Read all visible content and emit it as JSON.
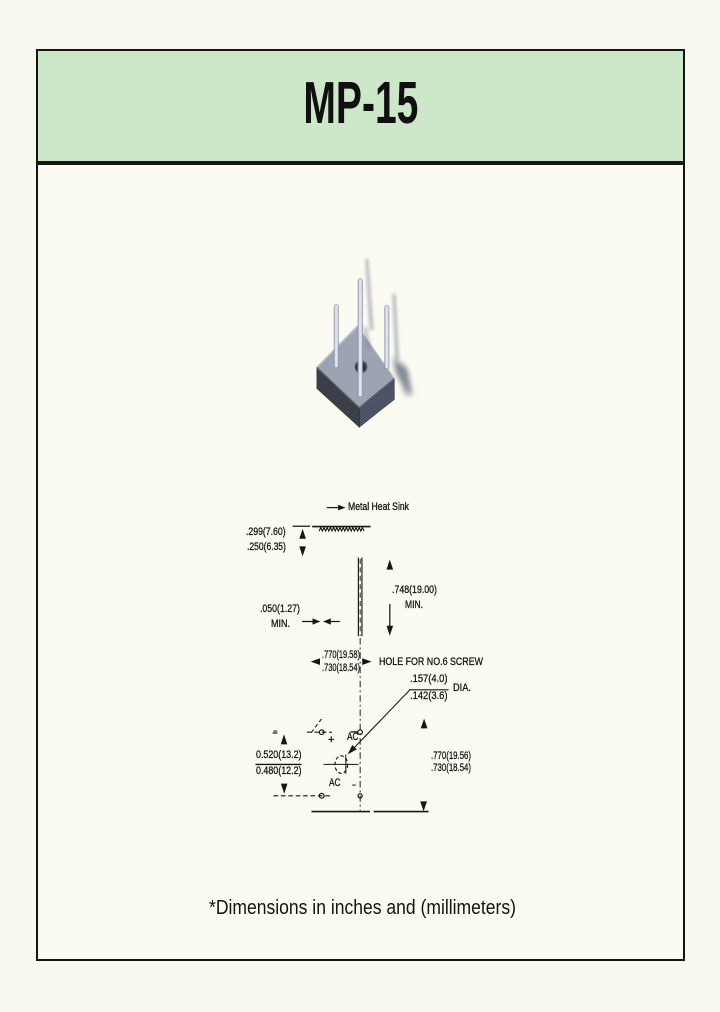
{
  "page": {
    "title": "MP-15",
    "footnote": "*Dimensions in inches and (millimeters)"
  },
  "colors": {
    "page_background": "#faf9ef",
    "title_box_fill": "#cde8c8",
    "content_box_fill": "#fcfbf2",
    "line_ink": "#161616",
    "component_top_face": "#9ca3b1",
    "component_left_face": "#3b3f48",
    "component_right_face": "#4b5364",
    "component_pin": "#e8ebf4",
    "component_shadow": "#6f7689"
  },
  "drawing": {
    "callout": "Metal Heat Sink",
    "hole_note": "HOLE FOR NO.6 SCREW",
    "dia_label": "DIA.",
    "heatsink_thickness_max": ".299(7.60)",
    "heatsink_thickness_min": ".250(6.35)",
    "lead_thickness": ".050(1.27)",
    "lead_thickness_min": "MIN.",
    "lead_length": ".748(19.00)",
    "lead_length_min": "MIN.",
    "body_width_max": ".770(19.58)",
    "body_width_min": ".730(18.54)",
    "hole_dia_max": ".157(4.0)",
    "hole_dia_min": ".142(3.6)",
    "pin_spacing_max": "0.520(13.2)",
    "pin_spacing_min": "0.480(12.2)",
    "body_height_max": ".770(19.56)",
    "body_height_min": ".730(18.54)",
    "terminal_plus": "+",
    "terminal_minus_top": "-",
    "terminal_minus_bottom": "-",
    "terminal_ac_top": "AC",
    "terminal_ac_bottom": "AC"
  }
}
